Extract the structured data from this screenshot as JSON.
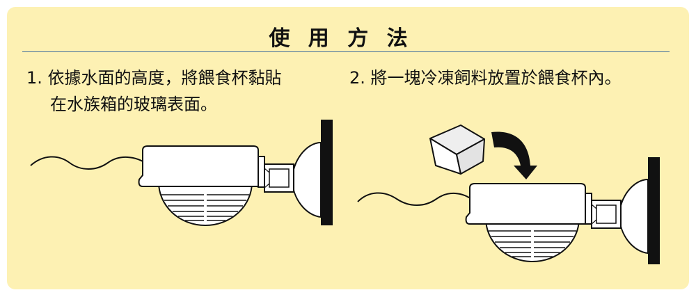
{
  "title": "使 用 方 法",
  "steps": [
    {
      "number": "1.",
      "line1": "依據水面的高度，將餵食杯黏貼",
      "line2": "在水族箱的玻璃表面。"
    },
    {
      "number": "2.",
      "line1": "將一塊冷凍飼料放置於餵食杯內。"
    }
  ],
  "colors": {
    "background": "#fdf1b3",
    "rule": "#3a6a9a",
    "ink": "#111111"
  },
  "icons": [
    "feeding-cup",
    "suction-cup",
    "glass-wall",
    "frozen-food-cube",
    "curved-arrow",
    "water-wave"
  ]
}
